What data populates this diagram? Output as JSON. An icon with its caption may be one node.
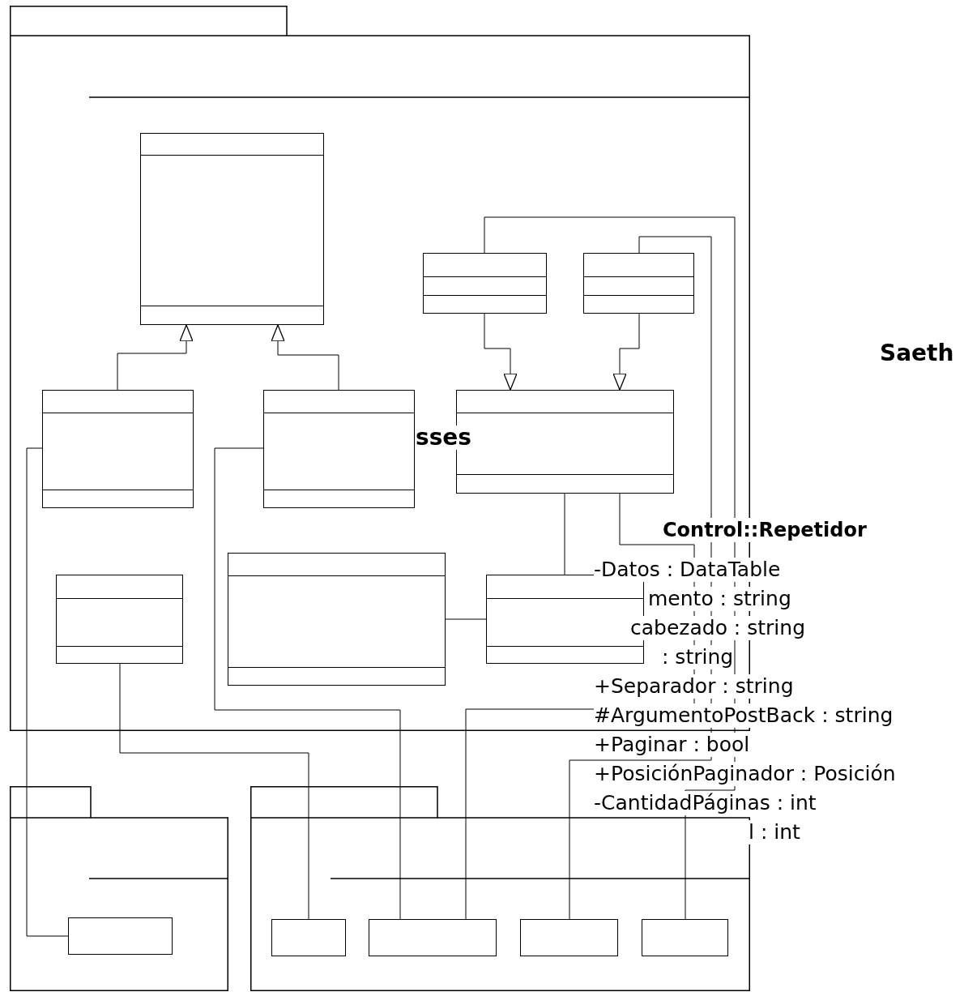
{
  "diagram": {
    "nodes": [
      {
        "text": [],
        "shape": "box"
      },
      {
        "text": [],
        "shape": "box",
        "in": 0
      },
      {
        "text": [],
        "shape": "box",
        "in": 0
      },
      {
        "text": [],
        "shape": "box",
        "in": 0
      },
      {
        "text": [],
        "shape": "box",
        "in": 0
      },
      {
        "text": [],
        "shape": "box",
        "in": 0
      },
      {
        "text": [],
        "shape": "box",
        "in": 0
      },
      {
        "text": [],
        "shape": "box",
        "in": 0
      },
      {
        "text": [],
        "shape": "box",
        "in": 0
      },
      {
        "text": [],
        "shape": "box",
        "in": 0
      },
      {
        "text": [],
        "shape": "box"
      },
      {
        "text": [],
        "shape": "box",
        "in": 10
      },
      {
        "text": [],
        "shape": "box"
      },
      {
        "text": [],
        "shape": "box",
        "in": 12
      },
      {
        "text": [],
        "shape": "box",
        "in": 12
      },
      {
        "text": [],
        "shape": "box",
        "in": 12
      },
      {
        "text": [],
        "shape": "box",
        "in": 12
      }
    ],
    "edges": [
      {
        "from": 2,
        "to": 1,
        "arrow": "to"
      },
      {
        "from": 3,
        "to": 1,
        "arrow": "to"
      },
      {
        "from": 4,
        "to": 6,
        "arrow": "to"
      },
      {
        "from": 5,
        "to": 6,
        "arrow": "to"
      },
      {
        "from": 6,
        "to": 9,
        "arrow": "none"
      },
      {
        "from": 8,
        "to": 9,
        "arrow": "none"
      },
      {
        "from": 2,
        "to": 11,
        "arrow": "none"
      },
      {
        "from": 3,
        "to": 14,
        "arrow": "none"
      },
      {
        "from": 7,
        "to": 13,
        "arrow": "none"
      },
      {
        "from": 6,
        "to": 14,
        "arrow": "none"
      },
      {
        "from": 4,
        "to": 16,
        "arrow": "none"
      },
      {
        "from": 5,
        "to": 15,
        "arrow": "none"
      }
    ],
    "labels": [
      "Saeth",
      "sses",
      "Control::Repetidor",
      "-Datos : DataTable",
      "mento : string",
      "cabezado : string",
      ": string",
      "+Separador : string",
      "#ArgumentoPostBack : string",
      "+Paginar : bool",
      "+PosiciónPaginador : Posición",
      "-CantidadPáginas : int",
      "l : int"
    ]
  }
}
